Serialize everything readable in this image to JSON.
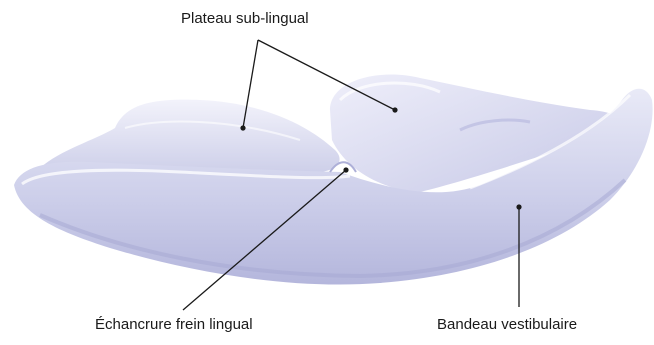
{
  "labels": {
    "plateau": "Plateau sub-lingual",
    "echancrure": "Échancrure frein lingual",
    "bandeau": "Bandeau vestibulaire"
  },
  "colors": {
    "device_base": "#c8c9e6",
    "device_light": "#e6e7f5",
    "device_shadow": "#a9abd2",
    "line": "#1a1a1a"
  }
}
